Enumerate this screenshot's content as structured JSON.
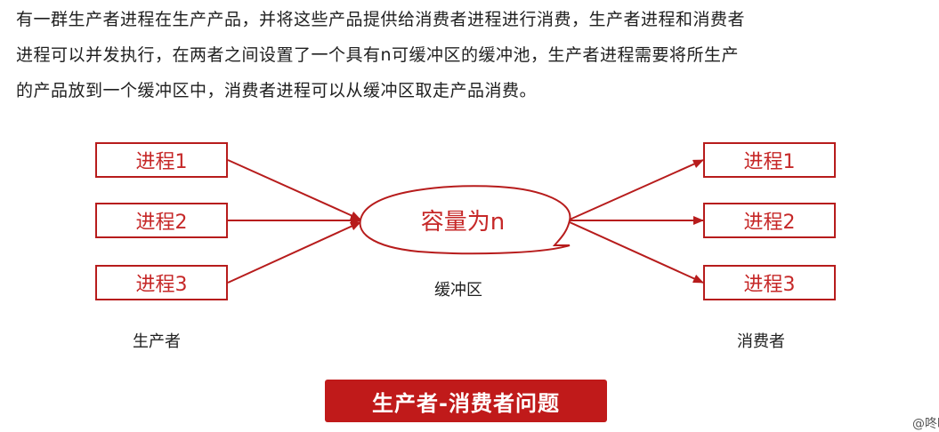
{
  "paragraph": {
    "line1": "有一群生产者进程在生产产品，并将这些产品提供给消费者进程进行消费，生产者进程和消费者",
    "line2": "进程可以并发执行，在两者之间设置了一个具有n可缓冲区的缓冲池，生产者进程需要将所生产",
    "line3": "的产品放到一个缓冲区中，消费者进程可以从缓冲区取走产品消费。"
  },
  "producers": {
    "items": [
      {
        "label": "进程1"
      },
      {
        "label": "进程2"
      },
      {
        "label": "进程3"
      }
    ],
    "caption": "生产者"
  },
  "consumers": {
    "items": [
      {
        "label": "进程1"
      },
      {
        "label": "进程2"
      },
      {
        "label": "进程3"
      }
    ],
    "caption": "消费者"
  },
  "buffer": {
    "label": "容量为n",
    "caption": "缓冲区"
  },
  "banner": {
    "title": "生产者-消费者问题"
  },
  "watermark": "@咚咚",
  "colors": {
    "accent": "#c62828",
    "banner": "#c01a1a"
  }
}
